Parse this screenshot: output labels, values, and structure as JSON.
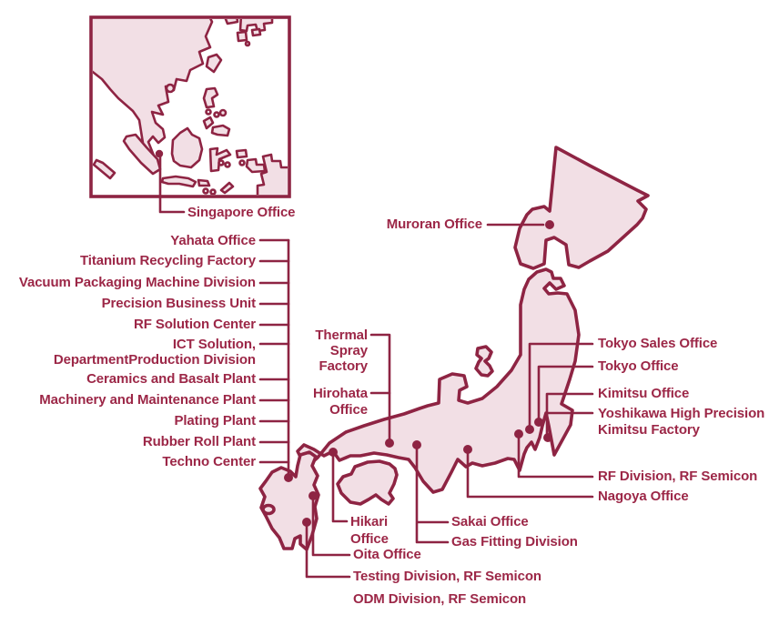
{
  "palette": {
    "line_color": "#8E2443",
    "text_color": "#9C2747",
    "land_fill": "#F2DFE5",
    "background": "#FFFFFF"
  },
  "labels": {
    "singapore": {
      "text": "Singapore Office"
    },
    "muroran": {
      "text": "Muroran Office"
    },
    "yahata": {
      "text": "Yahata Office"
    },
    "titanium": {
      "text": "Titanium Recycling Factory"
    },
    "vacuum": {
      "text": "Vacuum Packaging Machine Division"
    },
    "precision": {
      "text": "Precision Business Unit"
    },
    "rf_solution": {
      "text": "RF Solution Center"
    },
    "ict": {
      "text": "ICT Solution,\nDepartmentProduction Division"
    },
    "ceramics": {
      "text": "Ceramics and Basalt Plant"
    },
    "machinery": {
      "text": "Machinery and Maintenance Plant"
    },
    "plating": {
      "text": "Plating Plant"
    },
    "rubber": {
      "text": "Rubber Roll Plant"
    },
    "techno": {
      "text": "Techno Center"
    },
    "thermal": {
      "text": "Thermal\nSpray\nFactory"
    },
    "hirohata": {
      "text": "Hirohata\nOffice"
    },
    "tokyo_sales": {
      "text": "Tokyo Sales Office"
    },
    "tokyo": {
      "text": "Tokyo Office"
    },
    "kimitsu": {
      "text": "Kimitsu Office"
    },
    "yoshikawa": {
      "text": "Yoshikawa High Precision\nKimitsu Factory"
    },
    "rf_division": {
      "text": "RF Division, RF Semicon"
    },
    "nagoya": {
      "text": "Nagoya Office"
    },
    "hikari": {
      "text": "Hikari\nOffice"
    },
    "sakai": {
      "text": "Sakai Office"
    },
    "gas": {
      "text": "Gas Fitting Division"
    },
    "oita": {
      "text": "Oita Office"
    },
    "testing": {
      "text": "Testing Division, RF Semicon"
    },
    "odm": {
      "text": "ODM Division, RF Semicon"
    }
  }
}
